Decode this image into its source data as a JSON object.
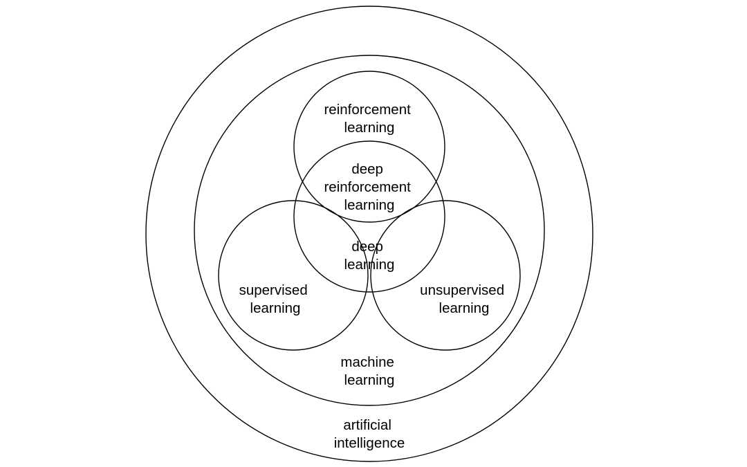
{
  "diagram": {
    "type": "nested-venn",
    "colors": {
      "stroke": "#000000",
      "text": "#000000",
      "background": "#ffffff"
    },
    "regions": {
      "artificial_intelligence": {
        "line1": "artificial",
        "line2": "intelligence"
      },
      "machine_learning": {
        "line1": "machine",
        "line2": "learning"
      },
      "reinforcement_learning": {
        "line1": "reinforcement",
        "line2": "learning"
      },
      "deep_reinforcement_learning": {
        "line1": "deep",
        "line2": "reinforcement",
        "line3": "learning"
      },
      "deep_learning": {
        "line1": "deep",
        "line2": "learning"
      },
      "supervised_learning": {
        "line1": "supervised",
        "line2": "learning"
      },
      "unsupervised_learning": {
        "line1": "unsupervised",
        "line2": "learning"
      }
    }
  }
}
